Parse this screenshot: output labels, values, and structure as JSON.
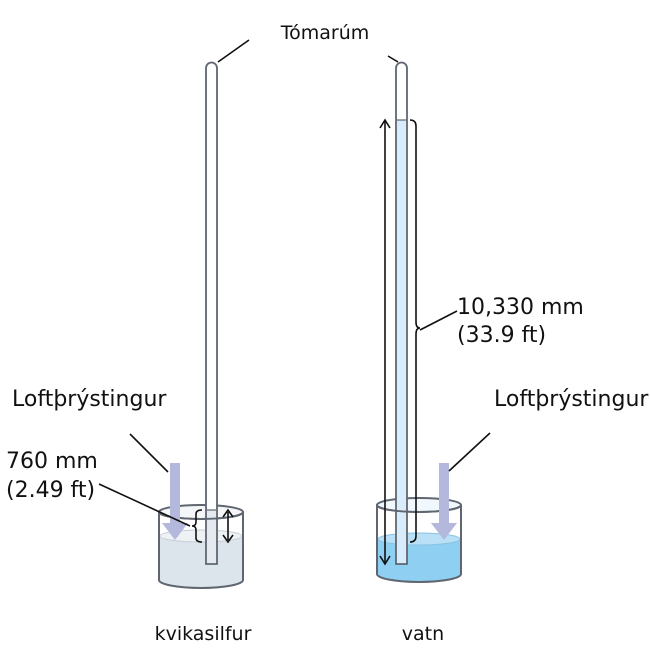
{
  "labels": {
    "vacuum": "Tómarúm",
    "pressure_left": "Loftþrýstingur",
    "pressure_right": "Loftþrýstingur",
    "mercury_height_mm": "760 mm",
    "mercury_height_ft": "(2.49 ft)",
    "water_height_mm": "10,330 mm",
    "water_height_ft": "(33.9 ft)",
    "mercury": "kvikasilfur",
    "water": "vatn"
  },
  "colors": {
    "outline": "#5f6670",
    "mercury_liquid": "#dde5ec",
    "water_liquid": "#8fcff1",
    "water_column": "#d8ecfb",
    "pressure_arrow": "#b4b8dc",
    "text": "#111111"
  }
}
